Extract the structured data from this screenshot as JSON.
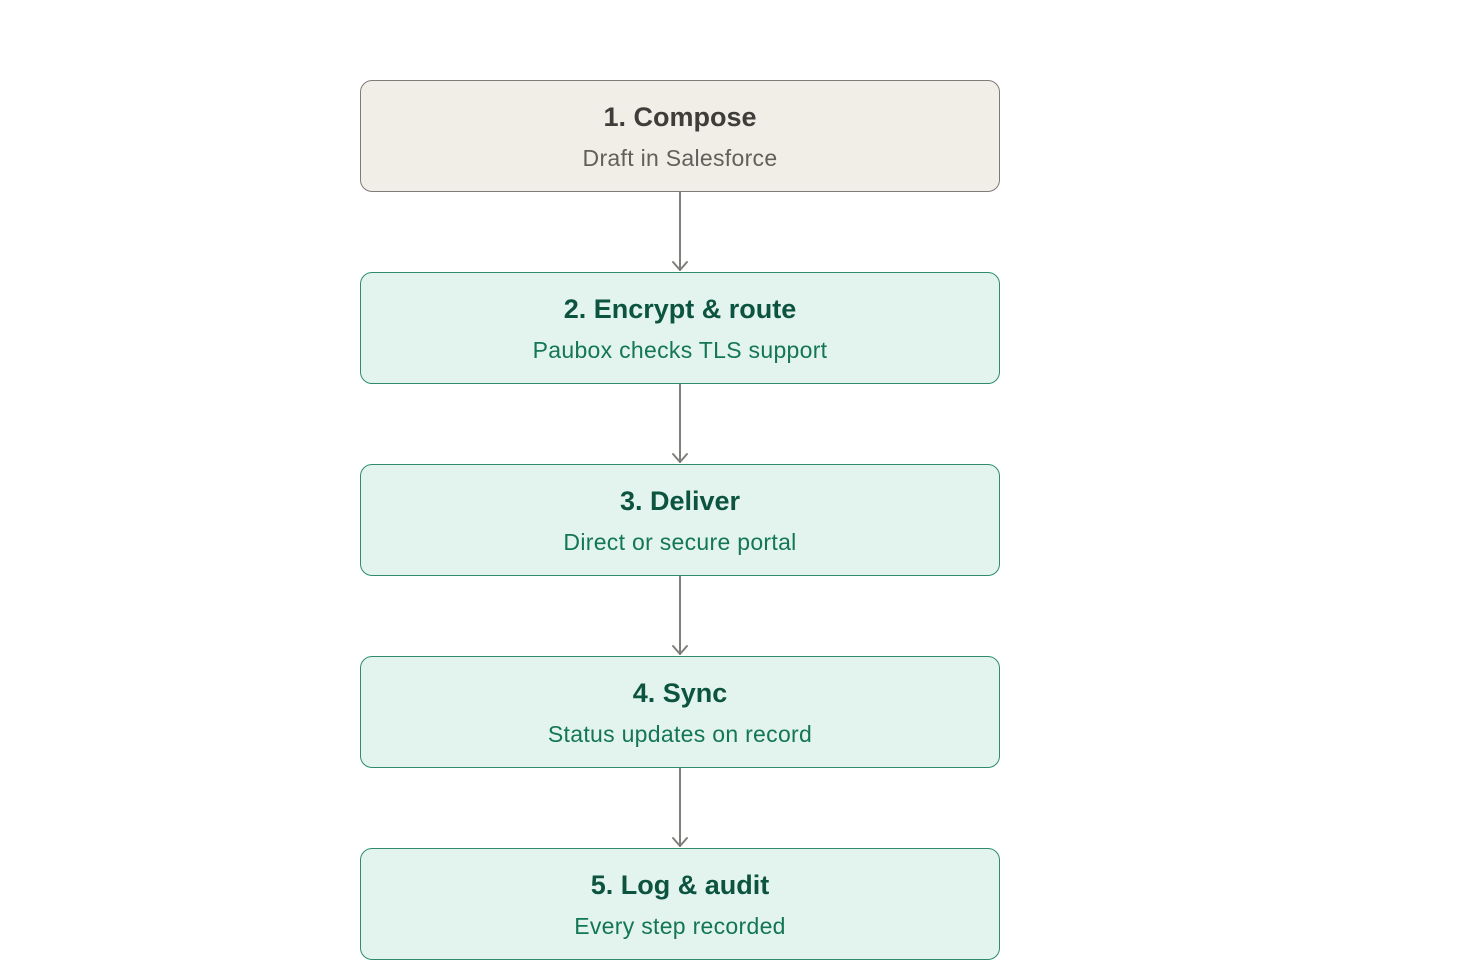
{
  "steps": [
    {
      "title": "1. Compose",
      "subtitle": "Draft in Salesforce",
      "style": "neutral"
    },
    {
      "title": "2. Encrypt & route",
      "subtitle": "Paubox checks TLS support",
      "style": "active"
    },
    {
      "title": "3. Deliver",
      "subtitle": "Direct or secure portal",
      "style": "active"
    },
    {
      "title": "4. Sync",
      "subtitle": "Status updates on record",
      "style": "active"
    },
    {
      "title": "5. Log & audit",
      "subtitle": "Every step recorded",
      "style": "active"
    }
  ],
  "colors": {
    "neutral_fill": "#f1eee8",
    "neutral_border": "#7d7b76",
    "active_fill": "#e2f4ed",
    "active_border": "#2f8b6b",
    "active_title": "#0c5340",
    "active_subtitle": "#137656",
    "arrow": "#7f7f7c"
  }
}
